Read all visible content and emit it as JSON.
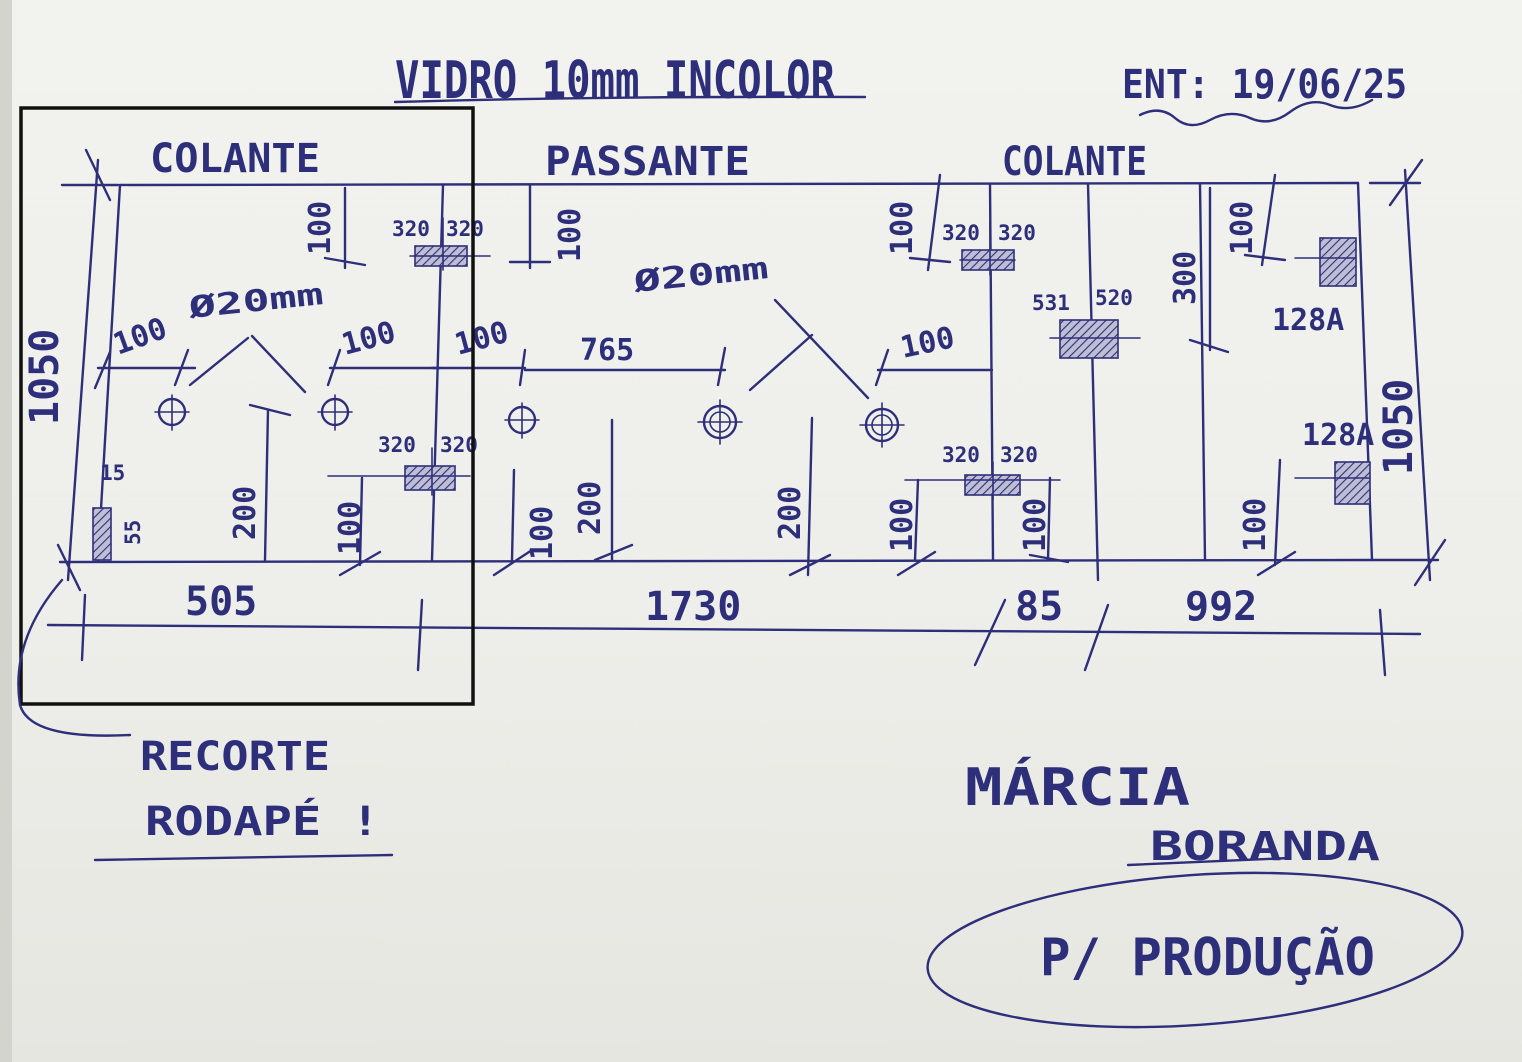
{
  "title": "VIDRO 10mm INCOLOR",
  "date": "ENT: 19/06/25",
  "sections": {
    "left": "COLANTE",
    "middle": "PASSANTE",
    "right": "COLANTE"
  },
  "heights": {
    "left": "1050",
    "right": "1050"
  },
  "bottom_widths": [
    "505",
    "1730",
    "85",
    "992"
  ],
  "diameters": [
    "Ø20mm",
    "Ø20mm"
  ],
  "spacings": {
    "s100_a": "100",
    "s100_b": "100",
    "s100_c": "100",
    "s765": "765",
    "s100_d": "100"
  },
  "vertical_dims": {
    "top_100_a": "100",
    "top_100_b": "100",
    "top_100_c": "100",
    "top_100_d": "100",
    "top_300": "300",
    "v200_a": "200",
    "v200_b": "200",
    "v200_c": "200",
    "low_100_a": "100",
    "low_100_b": "100",
    "low_100_c": "100",
    "low_100_d": "100",
    "low_100_e": "100",
    "s55": "55",
    "s15": "15"
  },
  "cutout_dims": {
    "top_left_1": "320",
    "top_left_2": "320",
    "mid_left_1": "320",
    "mid_left_2": "320",
    "top_right_1": "320",
    "top_right_2": "320",
    "low_right_1": "320",
    "low_right_2": "320",
    "c531": "531",
    "c520": "520",
    "c128a_1": "128A",
    "c128a_2": "128A"
  },
  "notes": {
    "recorte_line1": "RECORTE",
    "recorte_line2": "RODAPÉ !"
  },
  "client": {
    "line1": "MÁRCIA",
    "line2": "BORANDA"
  },
  "stamp": "P/ PRODUÇÃO",
  "colors": {
    "ink": "#2e2f7a",
    "paper": "#efefeb",
    "highlight_box": "#111111"
  }
}
